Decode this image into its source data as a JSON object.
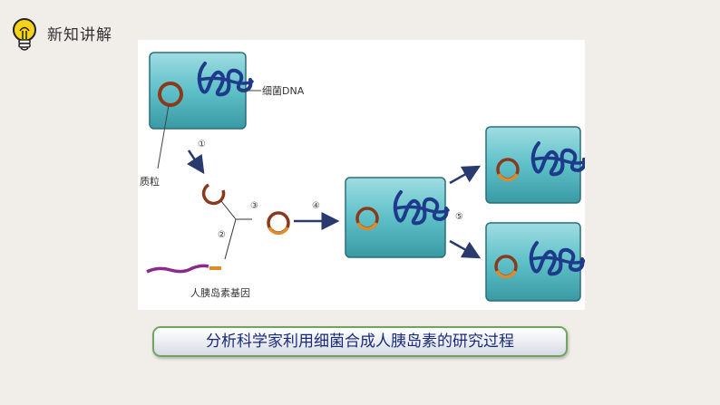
{
  "header": {
    "title": "新知讲解",
    "icon": "lightbulb-icon"
  },
  "diagram": {
    "labels": {
      "bacteria_dna": "细菌DNA",
      "plasmid": "质粒",
      "insulin_gene": "人胰岛素基因"
    },
    "steps": [
      "①",
      "②",
      "③",
      "④",
      "⑤"
    ]
  },
  "caption": {
    "text": "分析科学家利用细菌合成人胰岛素的研究过程"
  },
  "colors": {
    "cell_fill": "#5bbfc6",
    "plasmid": "#8a3a1a",
    "gene_segment": "#e08a2a",
    "dna_strand": "#1e3a8a",
    "arrow": "#2a3a6e",
    "caption_border": "#6fa55f",
    "caption_text": "#1a2a7a"
  }
}
